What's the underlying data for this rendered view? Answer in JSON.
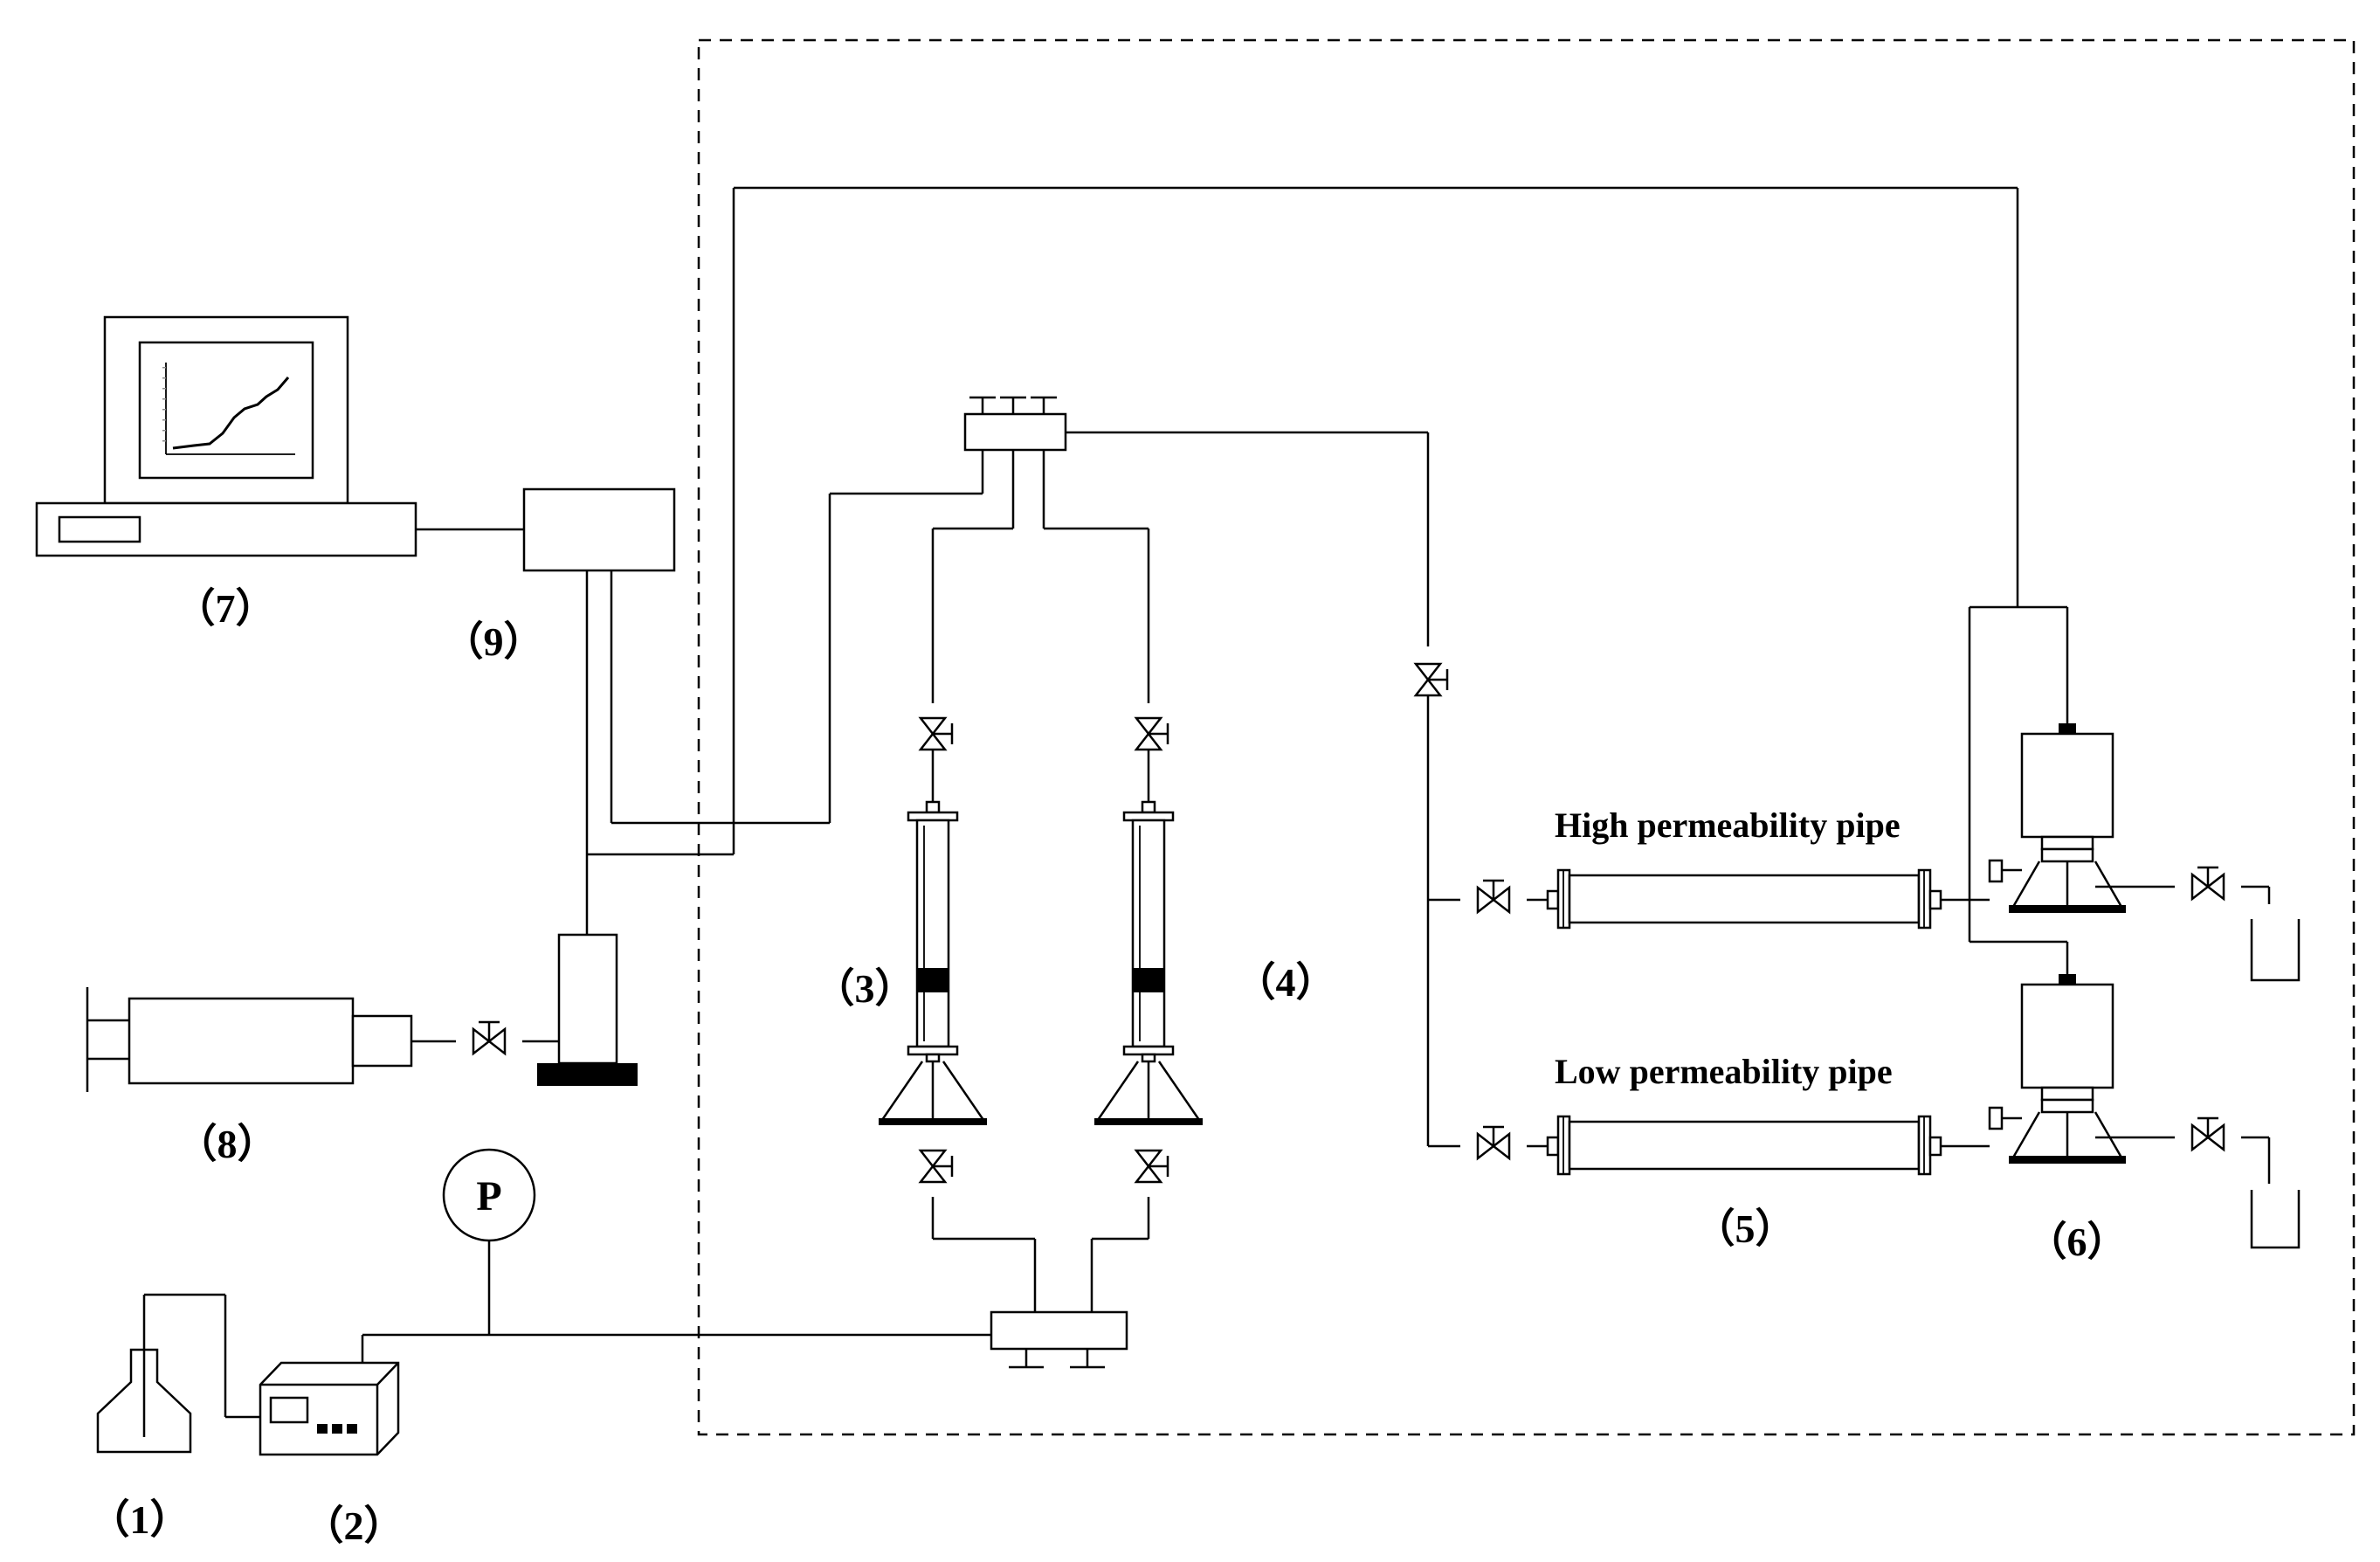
{
  "labels": {
    "bottle": "（1）",
    "pump": "（2）",
    "container_3": "（3）",
    "container_4": "（4）",
    "sand_pipes": "（5）",
    "collectors": "（6）",
    "computer": "（7）",
    "hand_pump": "（8）",
    "data_unit": "（9）",
    "pressure_gauge": "P"
  },
  "pipes": {
    "high": "High permeability pipe",
    "low": "Low permeability pipe"
  }
}
